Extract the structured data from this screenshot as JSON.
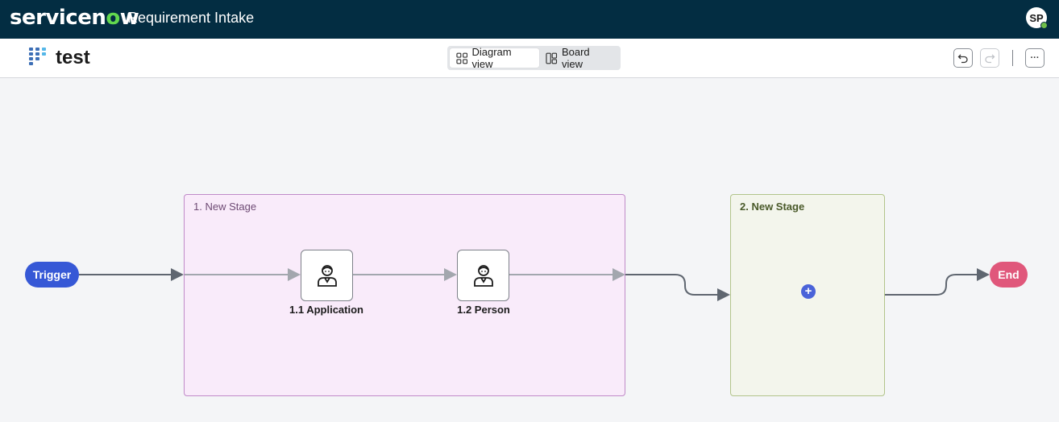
{
  "header": {
    "brand": "servicenow",
    "app_title": "Requirement Intake",
    "user_initials": "SP"
  },
  "toolbar": {
    "process_title": "test",
    "views": [
      {
        "label": "Diagram view",
        "active": true,
        "icon": "diagram-icon"
      },
      {
        "label": "Board view",
        "active": false,
        "icon": "board-icon"
      }
    ],
    "undo_icon": "undo-icon",
    "redo_icon": "redo-icon",
    "more_label": "···"
  },
  "flow": {
    "trigger_label": "Trigger",
    "end_label": "End",
    "stages": [
      {
        "label": "1. New Stage",
        "color": "#c08ac8",
        "fill": "#f9ebfa"
      },
      {
        "label": "2. New Stage",
        "color": "#b2c48b",
        "fill": "#f3f5ec"
      }
    ],
    "activities": [
      {
        "label": "1.1 Application",
        "icon": "person-icon"
      },
      {
        "label": "1.2 Person",
        "icon": "person-icon"
      }
    ],
    "add_label": "+"
  },
  "colors": {
    "header_bg": "#032d42",
    "brand_accent": "#62d84e",
    "trigger": "#3658d6",
    "end": "#e0577b",
    "add_button": "#4a63d9"
  }
}
